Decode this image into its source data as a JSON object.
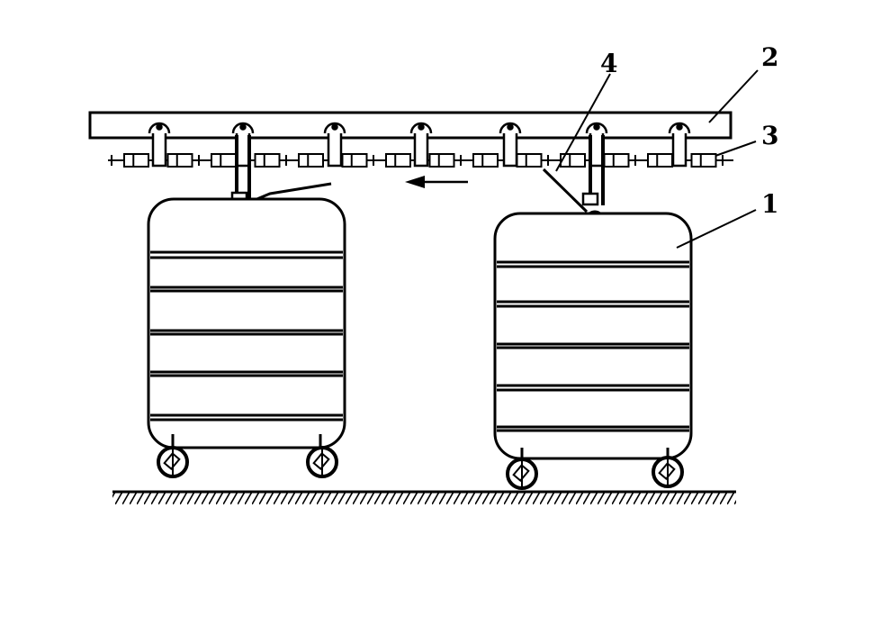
{
  "labels": {
    "cart": "1",
    "track": "2",
    "chain": "3",
    "hook": "4"
  },
  "colors": {
    "ink": "#000000",
    "paper": "#ffffff"
  }
}
